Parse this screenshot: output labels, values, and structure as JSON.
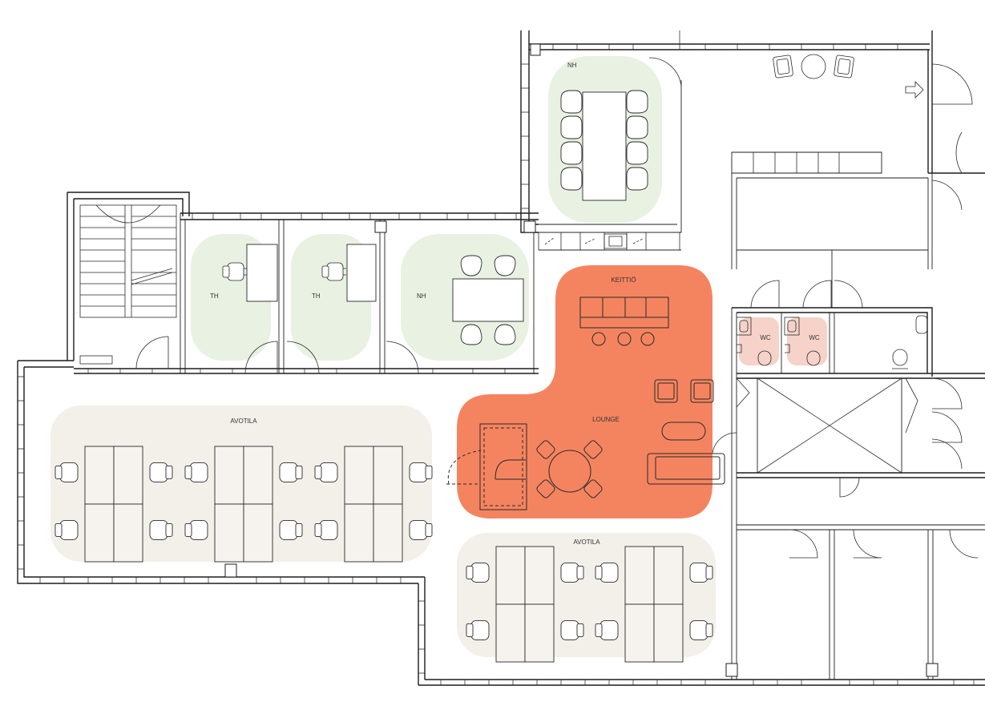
{
  "colors": {
    "meeting_zone": "#e8f1e2",
    "open_office_zone": "#f3efe9",
    "lounge_zone": "#f4845f",
    "wc_zone": "#f6d2c8",
    "wall": "#1d1d1d"
  },
  "rooms": {
    "nh_top": "NH",
    "th_left": "TH",
    "th_mid": "TH",
    "nh_mid": "NH",
    "keittio": "KEITTIÖ",
    "lounge": "LOUNGE",
    "wc_1": "WC",
    "wc_2": "WC",
    "avotila_left": "AVOTILA",
    "avotila_right": "AVOTILA"
  },
  "icons": {
    "entrance_arrow": "arrow-right-icon"
  }
}
